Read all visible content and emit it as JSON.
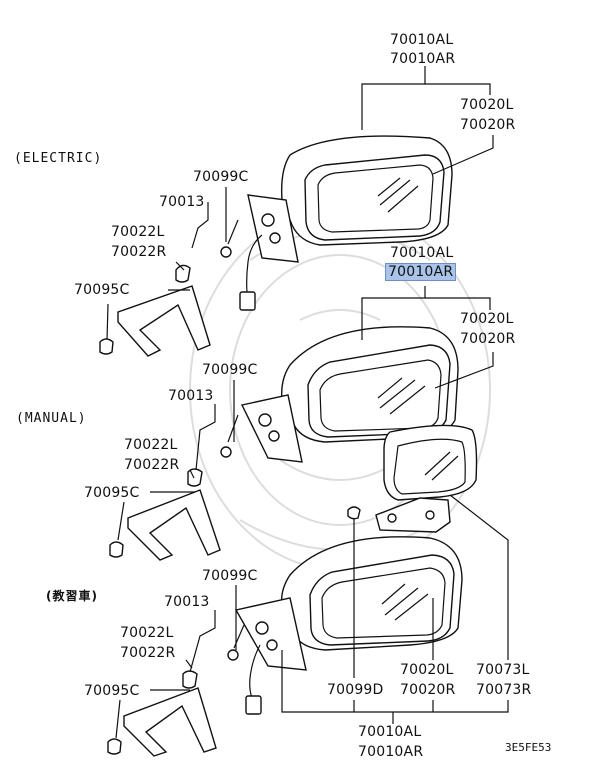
{
  "sections": {
    "electric": "(ELECTRIC)",
    "manual": "(MANUAL)",
    "instruction_car": "(教習車)"
  },
  "electric": {
    "mirror_assy_l": "70010AL",
    "mirror_assy_r": "70010AR",
    "glass_l": "70020L",
    "glass_r": "70020R",
    "screw": "70099C",
    "cap": "70013",
    "cover_l": "70022L",
    "cover_r": "70022R",
    "clip": "70095C"
  },
  "manual": {
    "mirror_assy_l": "70010AL",
    "mirror_assy_r": "70010AR",
    "glass_l": "70020L",
    "glass_r": "70020R",
    "screw": "70099C",
    "cap": "70013",
    "cover_l": "70022L",
    "cover_r": "70022R",
    "clip": "70095C"
  },
  "instruction": {
    "screw": "70099C",
    "cap": "70013",
    "cover_l": "70022L",
    "cover_r": "70022R",
    "clip": "70095C",
    "screw_d": "70099D",
    "glass_l": "70020L",
    "glass_r": "70020R",
    "aux_mirror_l": "70073L",
    "aux_mirror_r": "70073R",
    "mirror_assy_l": "70010AL",
    "mirror_assy_r": "70010AR"
  },
  "diagram_code": "3E5FE53"
}
